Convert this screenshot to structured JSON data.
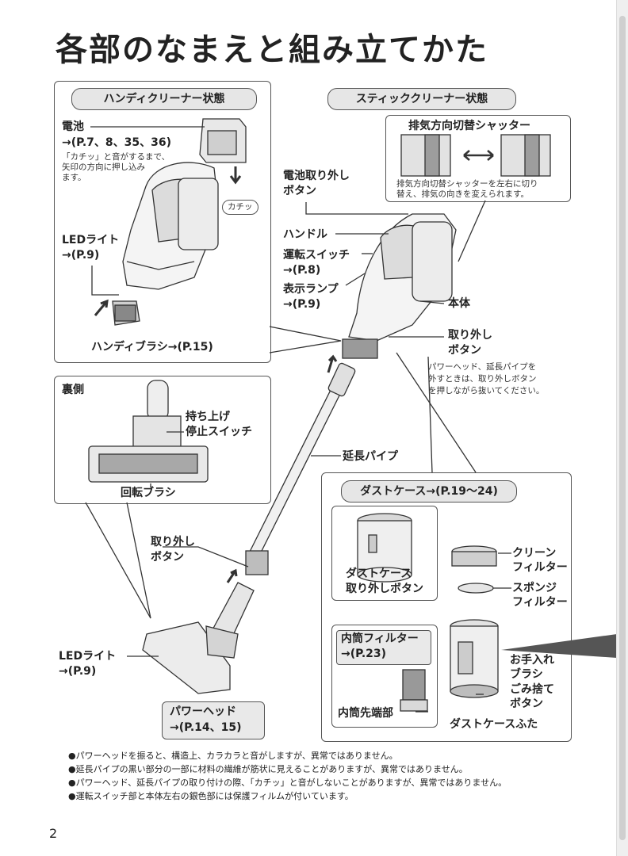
{
  "title": "各部のなまえと組み立てかた",
  "handy": {
    "tag": "ハンディクリーナー状態",
    "battery": "電池",
    "battery_ref": "→(P.7、8、35、36)",
    "battery_note_1": "「カチッ」と音がするまで、",
    "battery_note_2": "矢印の方向に押し込み",
    "battery_note_3": "ます。",
    "click": "カチッ",
    "led": "LEDライト",
    "led_ref": "→(P.9)",
    "brush": "ハンディブラシ→(P.15)"
  },
  "stick": {
    "tag": "スティッククリーナー状態",
    "shutter_title": "排気方向切替シャッター",
    "shutter_note_1": "排気方向切替シャッターを左右に切り",
    "shutter_note_2": "替え、排気の向きを変えられます。",
    "battery_release_1": "電池取り外し",
    "battery_release_2": "ボタン",
    "handle": "ハンドル",
    "switch": "運転スイッチ",
    "switch_ref": "→(P.8)",
    "lamp": "表示ランプ",
    "lamp_ref": "→(P.9)",
    "body": "本体",
    "release_1": "取り外し",
    "release_2": "ボタン",
    "release_note_1": "パワーヘッド、延長パイプを",
    "release_note_2": "外すときは、取り外しボタン",
    "release_note_3": "を押しながら抜いてください。",
    "pipe": "延長パイプ",
    "pipe_release_1": "取り外し",
    "pipe_release_2": "ボタン"
  },
  "back": {
    "title": "裏側",
    "stop_1": "持ち上げ",
    "stop_2": "停止スイッチ",
    "rotary": "回転ブラシ"
  },
  "head": {
    "led": "LEDライト",
    "led_ref": "→(P.9)",
    "name": "パワーヘッド",
    "ref": "→(P.14、15)"
  },
  "dust": {
    "tag": "ダストケース→(P.19〜24)",
    "case_release_1": "ダストケース",
    "case_release_2": "取り外しボタン",
    "clean_filter_1": "クリーン",
    "clean_filter_2": "フィルター",
    "sponge_1": "スポンジ",
    "sponge_2": "フィルター",
    "inner_tag_1": "内筒フィルター",
    "inner_tag_2": "→(P.23)",
    "inner_tip": "内筒先端部",
    "care_1": "お手入れ",
    "care_2": "ブラシ",
    "trash_1": "ごみ捨て",
    "trash_2": "ボタン",
    "lid": "ダストケースふた"
  },
  "notes": [
    "●パワーヘッドを振ると、構造上、カラカラと音がしますが、異常ではありません。",
    "●延長パイプの黒い部分の一部に材料の繊維が筋状に見えることがありますが、異常ではありません。",
    "●パワーヘッド、延長パイプの取り付けの際、「カチッ」と音がしないことがありますが、異常ではありません。",
    "●運転スイッチ部と本体左右の銀色部には保護フィルムが付いています。"
  ],
  "page_number": "2"
}
